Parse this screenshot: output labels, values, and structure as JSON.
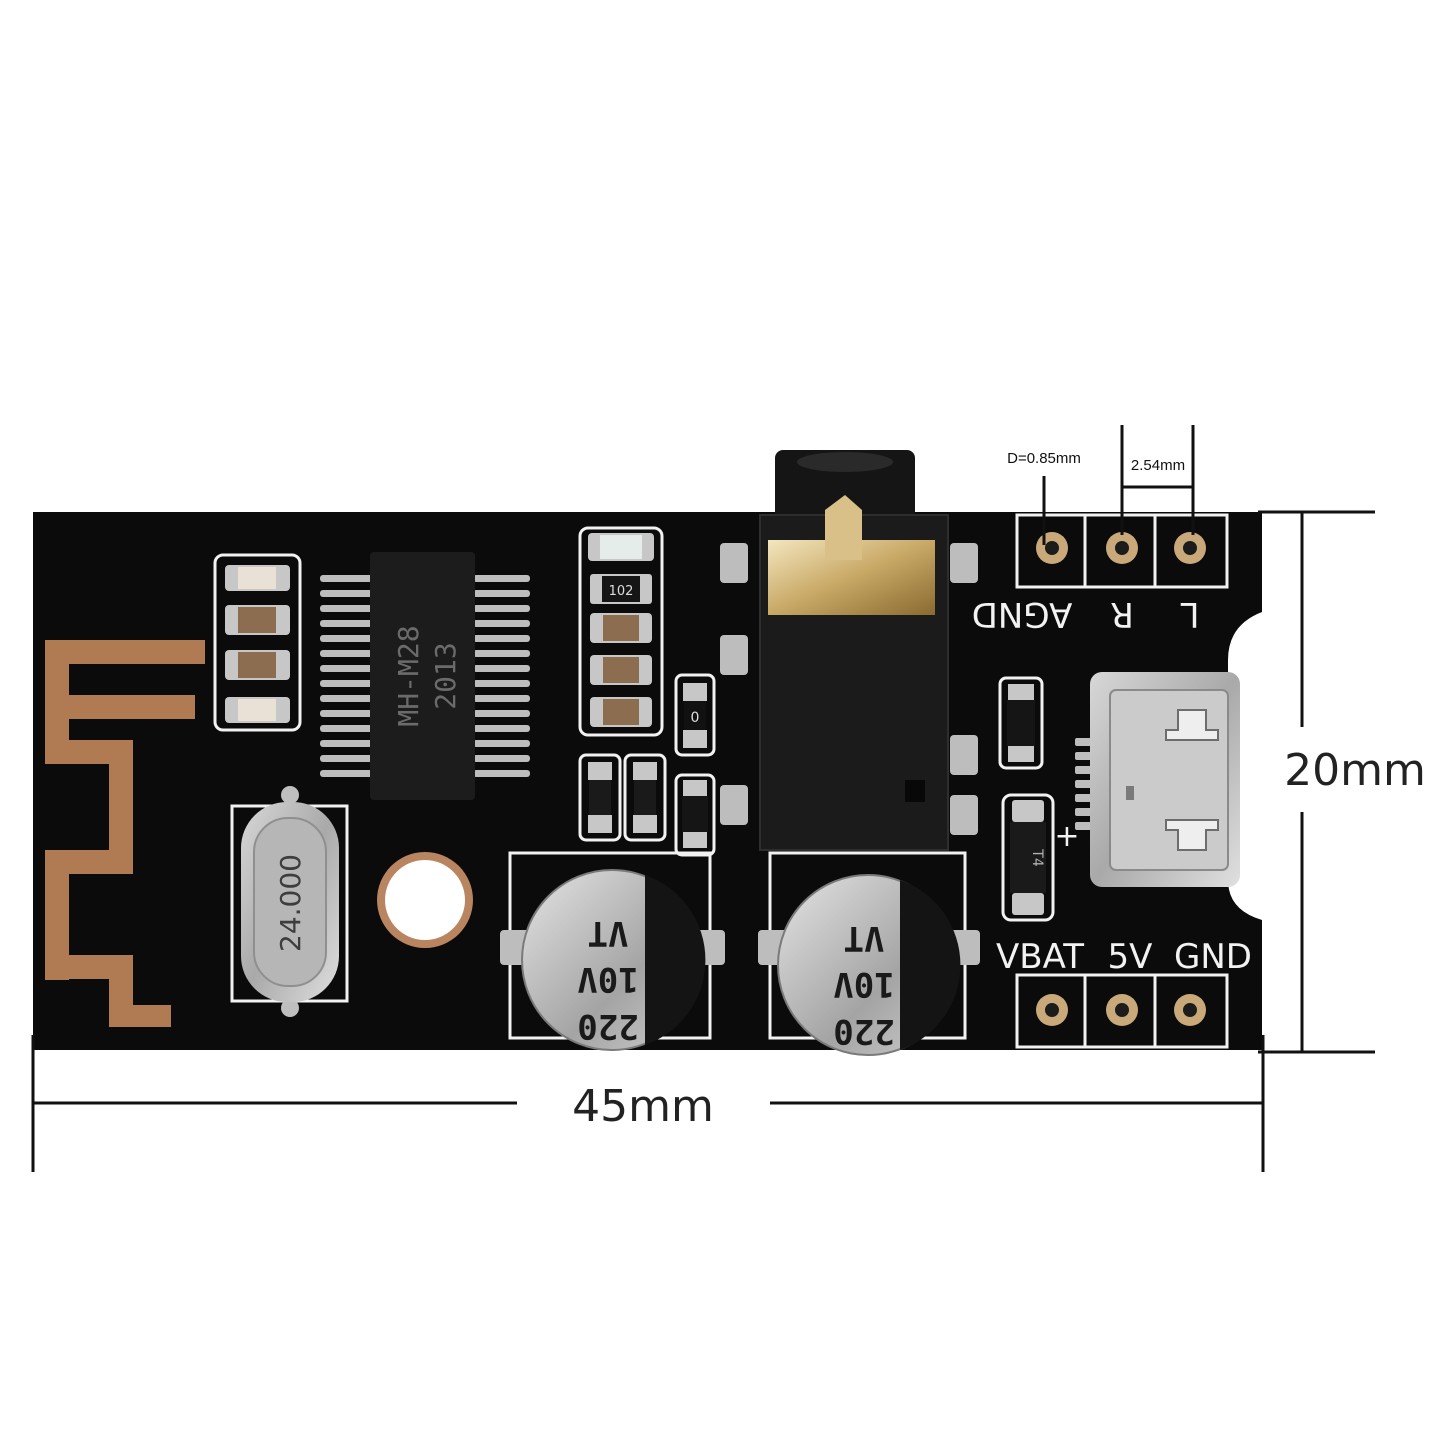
{
  "dimensions": {
    "width_label": "45mm",
    "height_label": "20mm",
    "pin_pitch_label": "2.54mm",
    "hole_diameter_label": "D=0.85mm"
  },
  "board": {
    "top_header_labels": [
      "AGND",
      "R",
      "L"
    ],
    "bottom_header_labels": [
      "VBAT",
      "5V",
      "GND"
    ],
    "chip": {
      "line1": "MH-M28",
      "line2": "2013"
    },
    "crystal_label": "24.000",
    "resistor_label": "102",
    "capacitor_1": {
      "line1": "220",
      "line2": "10V",
      "line3": "VT"
    },
    "capacitor_2": {
      "line1": "220",
      "line2": "10V",
      "line3": "VT"
    },
    "small_marks": {
      "zero": "0",
      "t4": "T4",
      "plus": "+"
    }
  },
  "colors": {
    "board": "#0b0b0b",
    "silkscreen": "#f2f2f2",
    "copper": "#b07a52",
    "dimension_lines": "#111111"
  }
}
